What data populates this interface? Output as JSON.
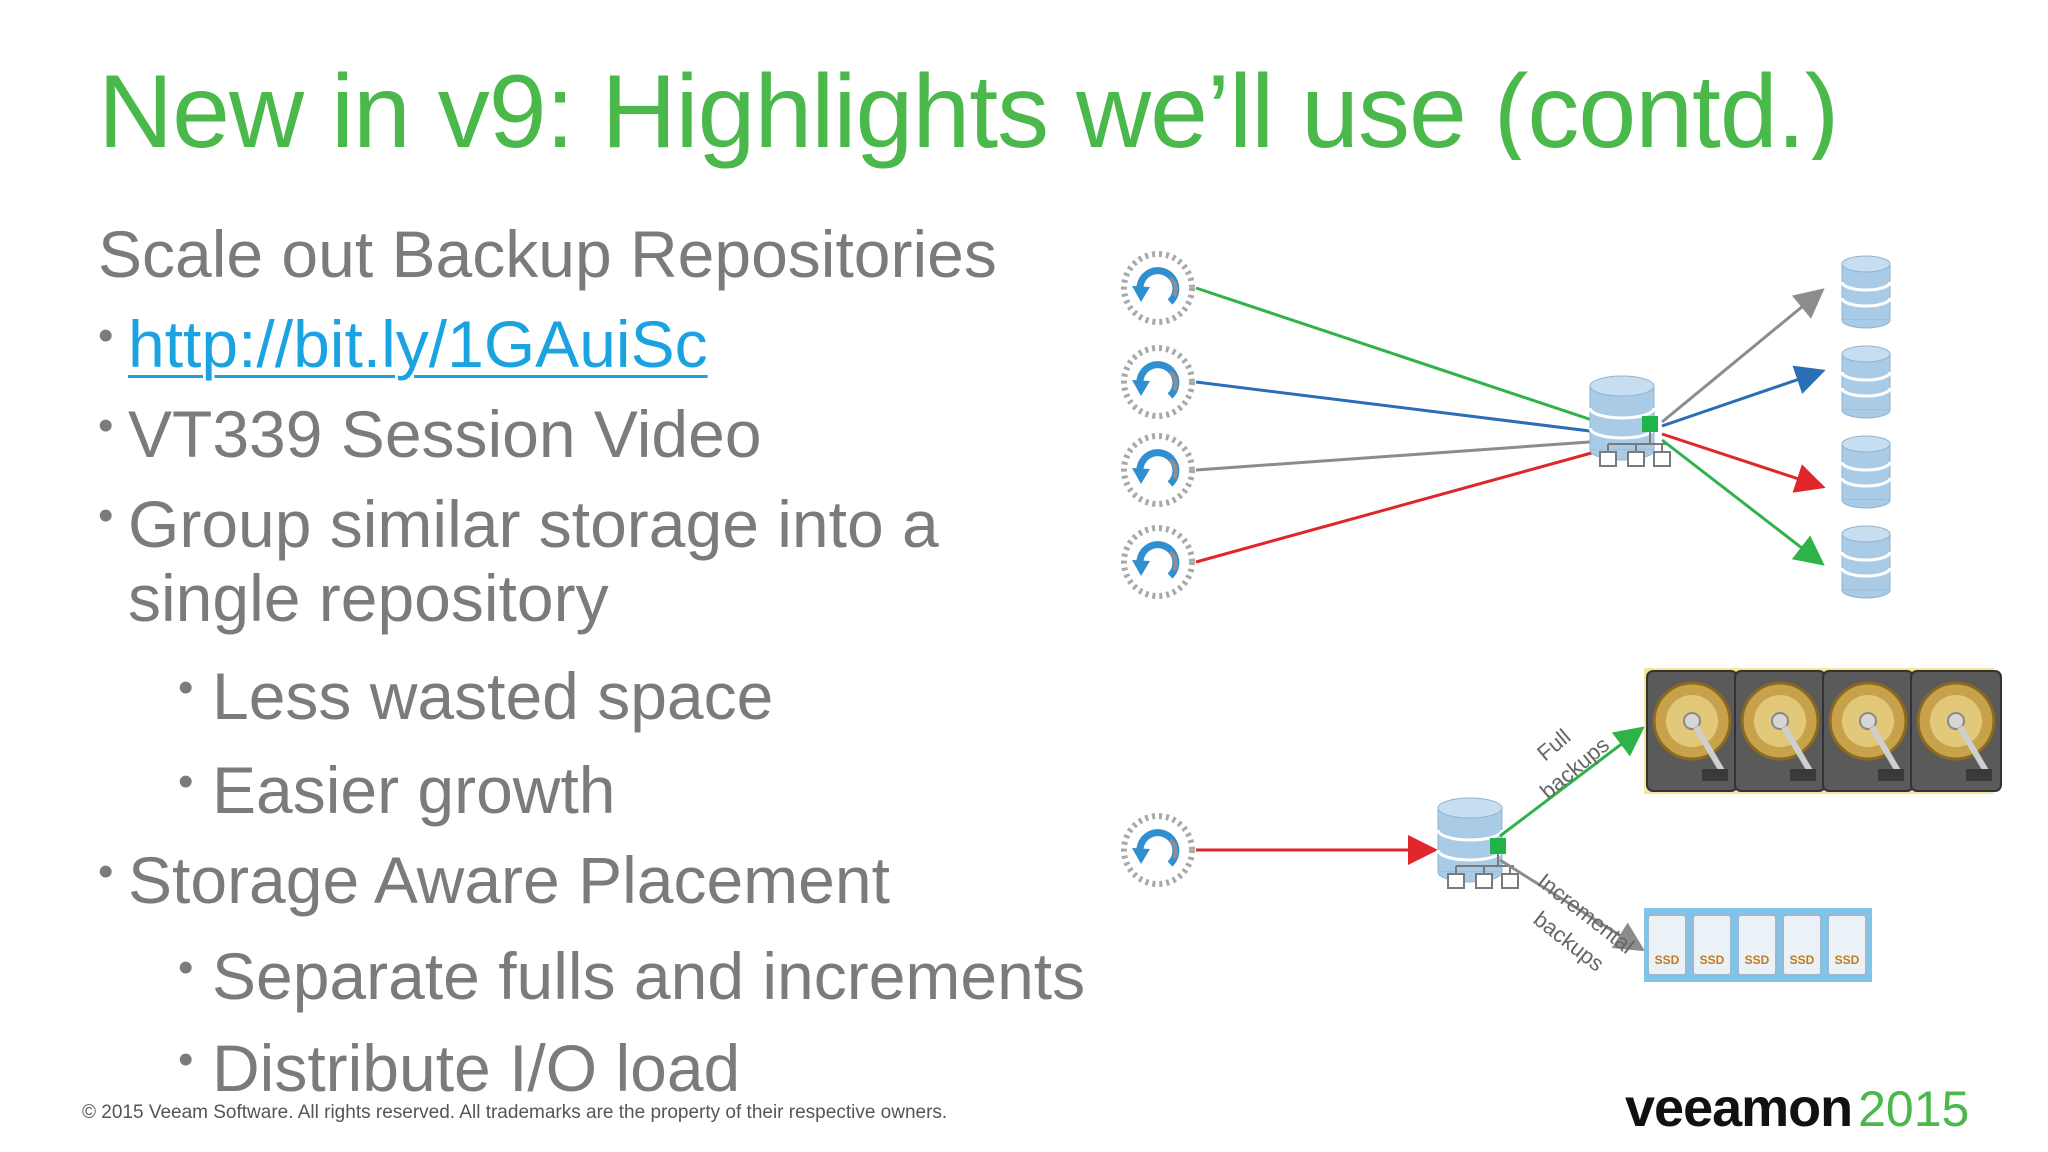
{
  "slide": {
    "title": "New in v9: Highlights we’ll use (contd.)",
    "heading": "Scale out Backup Repositories",
    "bullets": {
      "link": "http://bit.ly/1GAuiSc",
      "session": "VT339 Session Video",
      "group_line1": "Group similar storage into a",
      "group_line2": "single repository",
      "sub_space": "Less wasted space",
      "sub_growth": "Easier growth",
      "placement": "Storage Aware Placement",
      "sub_separate": "Separate fulls and increments",
      "sub_distribute": "Distribute I/O load"
    },
    "bullet_glyph": "•"
  },
  "diagram": {
    "full_label_1": "Full",
    "full_label_2": "backups",
    "incr_label_1": "Incremental",
    "incr_label_2": "backups",
    "ssd_labels": [
      "SSD",
      "SSD",
      "SSD",
      "SSD",
      "SSD"
    ],
    "line_colors": [
      "#2db34a",
      "#2a6fb5",
      "#8c8c8c",
      "#e0262b"
    ],
    "icons": [
      "backup-job-icon",
      "database-icon",
      "hard-drive-icon",
      "ssd-icon"
    ]
  },
  "footer": {
    "copyright": "© 2015 Veeam Software. All rights reserved. All trademarks are the property of their respective owners."
  },
  "logo": {
    "brand": "veeamon",
    "year": "2015"
  }
}
